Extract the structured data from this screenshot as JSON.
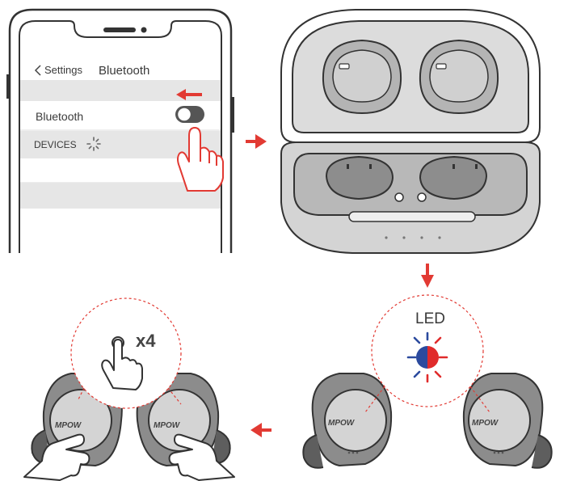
{
  "phone": {
    "back_label": "Settings",
    "title": "Bluetooth",
    "bluetooth_row_label": "Bluetooth",
    "devices_label": "DEVICES",
    "toggle_state": "off"
  },
  "earbud": {
    "brand_logo": "MPOW"
  },
  "led": {
    "label": "LED",
    "colors": [
      "#2b4a9e",
      "#e02b2b"
    ]
  },
  "tap": {
    "count_label": "x4"
  },
  "colors": {
    "arrow": "#e23a33",
    "outline": "#333333",
    "case_fill": "#d9d9d9",
    "earbud_fill": "#8c8c8c"
  }
}
